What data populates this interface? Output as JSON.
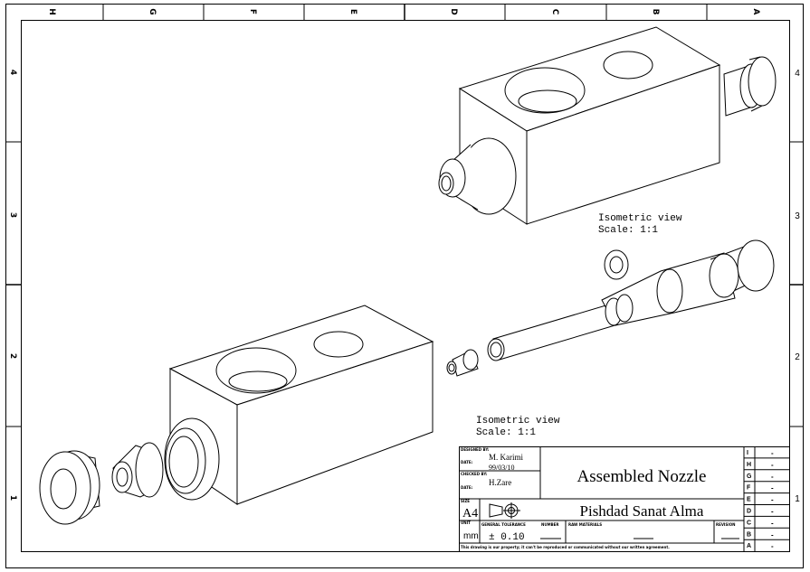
{
  "zones": {
    "columns": [
      "H",
      "G",
      "F",
      "E",
      "D",
      "C",
      "B",
      "A"
    ],
    "rows": [
      "4",
      "3",
      "2",
      "1"
    ]
  },
  "views": [
    {
      "label": "Isometric view",
      "scale": "Scale:  1:1"
    },
    {
      "label": "Isometric view",
      "scale": "Scale:  1:1"
    }
  ],
  "title_block": {
    "designed_by_label": "DESIGNED BY:",
    "designer": "M. Karimi",
    "date_label": "DATE:",
    "date": "99/03/10",
    "checked_by_label": "CHECKED BY:",
    "checker": "H.Zare",
    "checked_date_label": "DATE:",
    "size_label": "SIZE",
    "size": "A4",
    "title": "Assembled Nozzle",
    "company": "Pishdad Sanat Alma",
    "unit_label": "UNIT",
    "unit": "mm",
    "tolerance_label": "GENERAL TOLERANCE",
    "tolerance": "± 0.10",
    "number_label": "NUMBER",
    "raw_materials_label": "RAW MATERIALS",
    "revision_label": "REVISION",
    "notice": "This drawing is our property; it can't be reproduced or communicated without our written agreement.",
    "revisions": [
      {
        "letter": "I",
        "value": "-"
      },
      {
        "letter": "H",
        "value": "-"
      },
      {
        "letter": "G",
        "value": "-"
      },
      {
        "letter": "F",
        "value": "-"
      },
      {
        "letter": "E",
        "value": "-"
      },
      {
        "letter": "D",
        "value": "-"
      },
      {
        "letter": "C",
        "value": "-"
      },
      {
        "letter": "B",
        "value": "-"
      },
      {
        "letter": "A",
        "value": "-"
      }
    ]
  }
}
